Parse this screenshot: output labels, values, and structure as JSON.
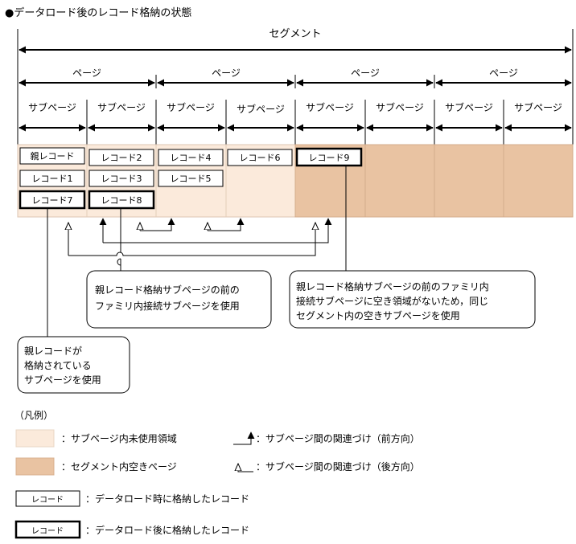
{
  "title": "●データロード後のレコード格納の状態",
  "segment_label": "セグメント",
  "page_label": "ページ",
  "subpage_label": "サブページ",
  "records": {
    "parent": "親レコード",
    "r1": "レコード1",
    "r2": "レコード2",
    "r3": "レコード3",
    "r4": "レコード4",
    "r5": "レコード5",
    "r6": "レコード6",
    "r7": "レコード7",
    "r8": "レコード8",
    "r9": "レコード9"
  },
  "callouts": {
    "c1": [
      "親レコード格納サブページの前の",
      "ファミリ内接続サブページを使用"
    ],
    "c2": [
      "親レコード格納サブページの前のファミリ内",
      "接続サブページに空き領域がないため，同じ",
      "セグメント内の空きサブページを使用"
    ],
    "c3": [
      "親レコードが",
      "格納されている",
      "サブページを使用"
    ]
  },
  "legend": {
    "heading": "（凡例）",
    "unused": "：サブページ内未使用領域",
    "empty_page": "：セグメント内空きページ",
    "link_forward": "：サブページ間の関連づけ（前方向）",
    "link_backward": "：サブページ間の関連づけ（後方向）",
    "record_sample": "レコード",
    "loaded_during": "：データロード時に格納したレコード",
    "loaded_after": "：データロード後に格納したレコード"
  },
  "colors": {
    "unused_area": "#fbeadb",
    "empty_page": "#e9c3a2",
    "border_soft": "#dcc6b3",
    "line": "#000000"
  }
}
